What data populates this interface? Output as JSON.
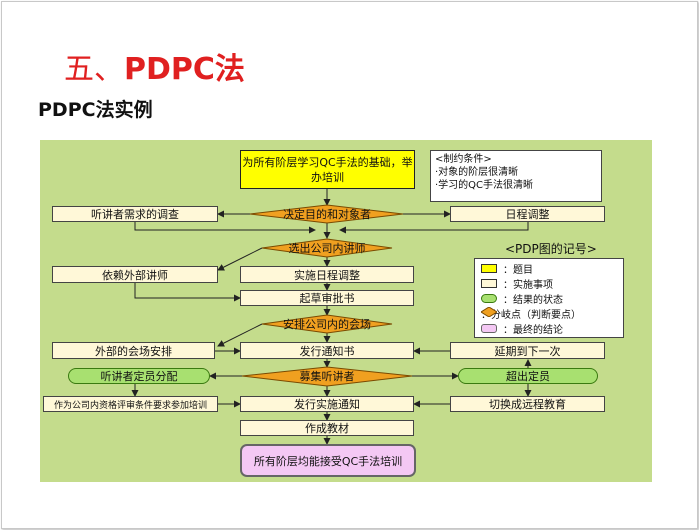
{
  "slide": {
    "title_number": "五、",
    "title_text": "PDPC法",
    "subtitle": "PDPC法实例"
  },
  "diagram": {
    "start_box": "为所有阶层学习QC手法的基础，举办培训",
    "conditions": {
      "title": "<制约条件>",
      "items": [
        "·对象的阶层很清晰",
        "·学习的QC手法很清晰"
      ]
    },
    "decisions": [
      "决定目的和对象者",
      "选出公司内讲师",
      "安排公司内的会场",
      "募集听讲者"
    ],
    "center_steps": [
      "实施日程调整",
      "起草审批书",
      "发行通知书",
      "发行实施通知",
      "作成教材"
    ],
    "left_steps": [
      "听讲者需求的调查",
      "依赖外部讲师",
      "外部的会场安排",
      "作为公司内资格评审条件要求参加培训"
    ],
    "right_steps": [
      "日程调整",
      "延期到下一次",
      "切换成远程教育"
    ],
    "states": {
      "left": "听讲者定员分配",
      "right": "超出定员"
    },
    "final_box": "所有阶层均能接受QC手法培训",
    "legend": {
      "title": "<PDP图的记号>",
      "items": [
        {
          "label": "：题目",
          "color": "#ffff00",
          "shape": "rect"
        },
        {
          "label": "：实施事项",
          "color": "#fff8d8",
          "shape": "rect"
        },
        {
          "label": "：结果的状态",
          "color": "#a8e070",
          "shape": "pill"
        },
        {
          "label": "：分岐点（判断要点）",
          "color": "#f0a020",
          "shape": "diamond"
        },
        {
          "label": "：最终的结论",
          "color": "#f4c8f4",
          "shape": "roundrect"
        }
      ]
    }
  },
  "colors": {
    "title": "#e02020",
    "background": "#c4dc8c",
    "decision": "#f0a020"
  }
}
